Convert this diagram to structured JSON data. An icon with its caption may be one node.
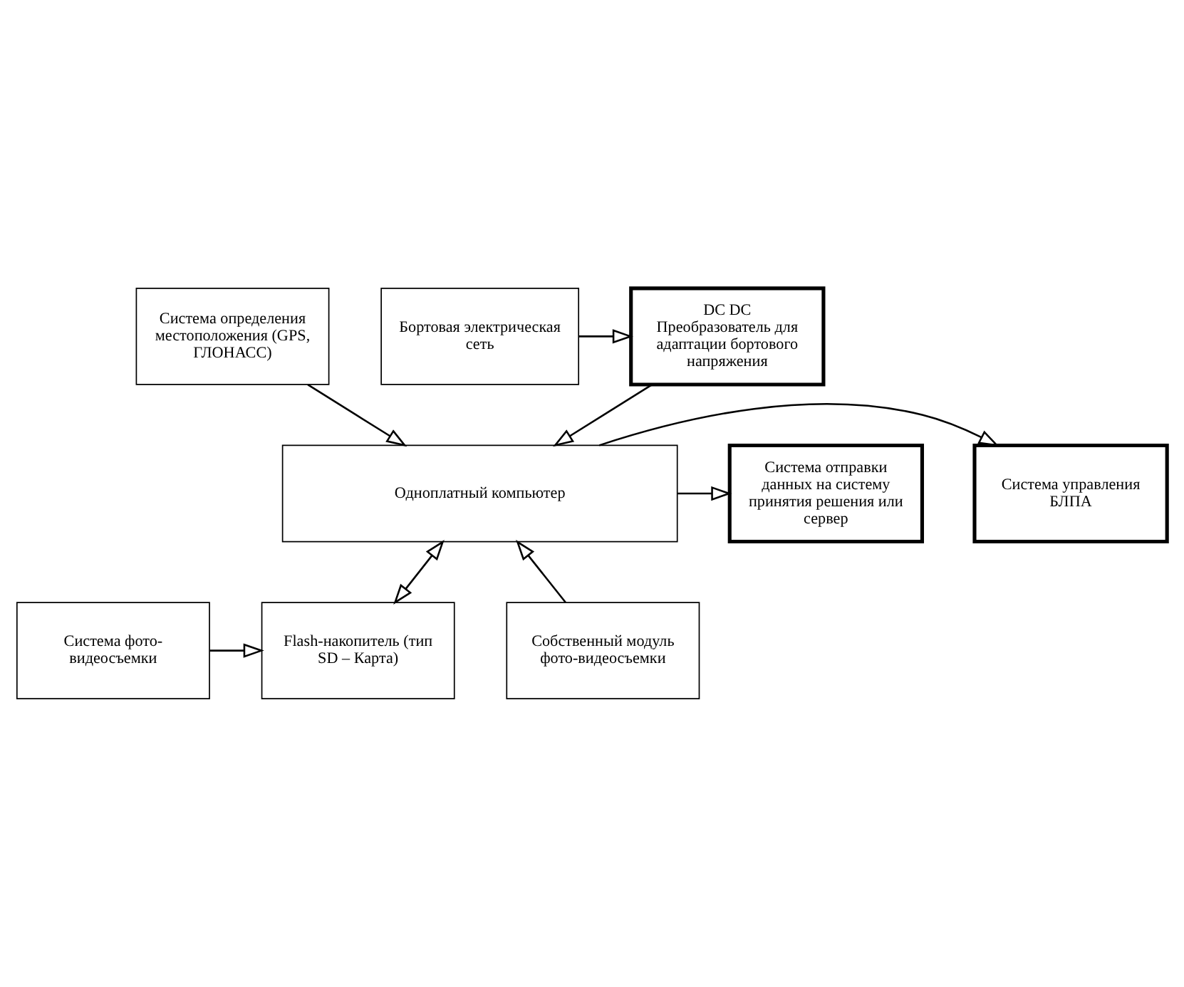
{
  "diagram": {
    "nodes": [
      {
        "text": [
          "Система управления БЛПА"
        ]
      },
      {
        "text": [
          "Система определения местоположения (GPS, ГЛОНАСС)"
        ]
      },
      {
        "text": [
          "Система отправки данных на систему принятия решения или сервер"
        ]
      },
      {
        "text": [
          "Одноплатный компьютер"
        ]
      },
      {
        "text": [
          "Бортовая электрическая сеть"
        ]
      },
      {
        "text": [
          "DC DC",
          "Преобразователь для адаптации бортового напряжения"
        ]
      },
      {
        "text": [
          "Система фото-видеосъемки"
        ]
      },
      {
        "text": [
          "Flash-накопитель (тип SD – Карта)"
        ]
      },
      {
        "text": [
          "Собственный модуль фото-видеосъемки"
        ]
      }
    ],
    "edges": [
      {
        "from": 3,
        "to": 0,
        "arrow": "to"
      },
      {
        "from": 1,
        "to": 3,
        "arrow": "to"
      },
      {
        "from": 3,
        "to": 2,
        "arrow": "to"
      },
      {
        "from": 3,
        "to": 7,
        "arrow": "both"
      },
      {
        "from": 5,
        "to": 3,
        "arrow": "to"
      },
      {
        "from": 4,
        "to": 5,
        "arrow": "to"
      },
      {
        "from": 6,
        "to": 7,
        "arrow": "to"
      },
      {
        "from": 8,
        "to": 3,
        "arrow": "to"
      }
    ]
  }
}
